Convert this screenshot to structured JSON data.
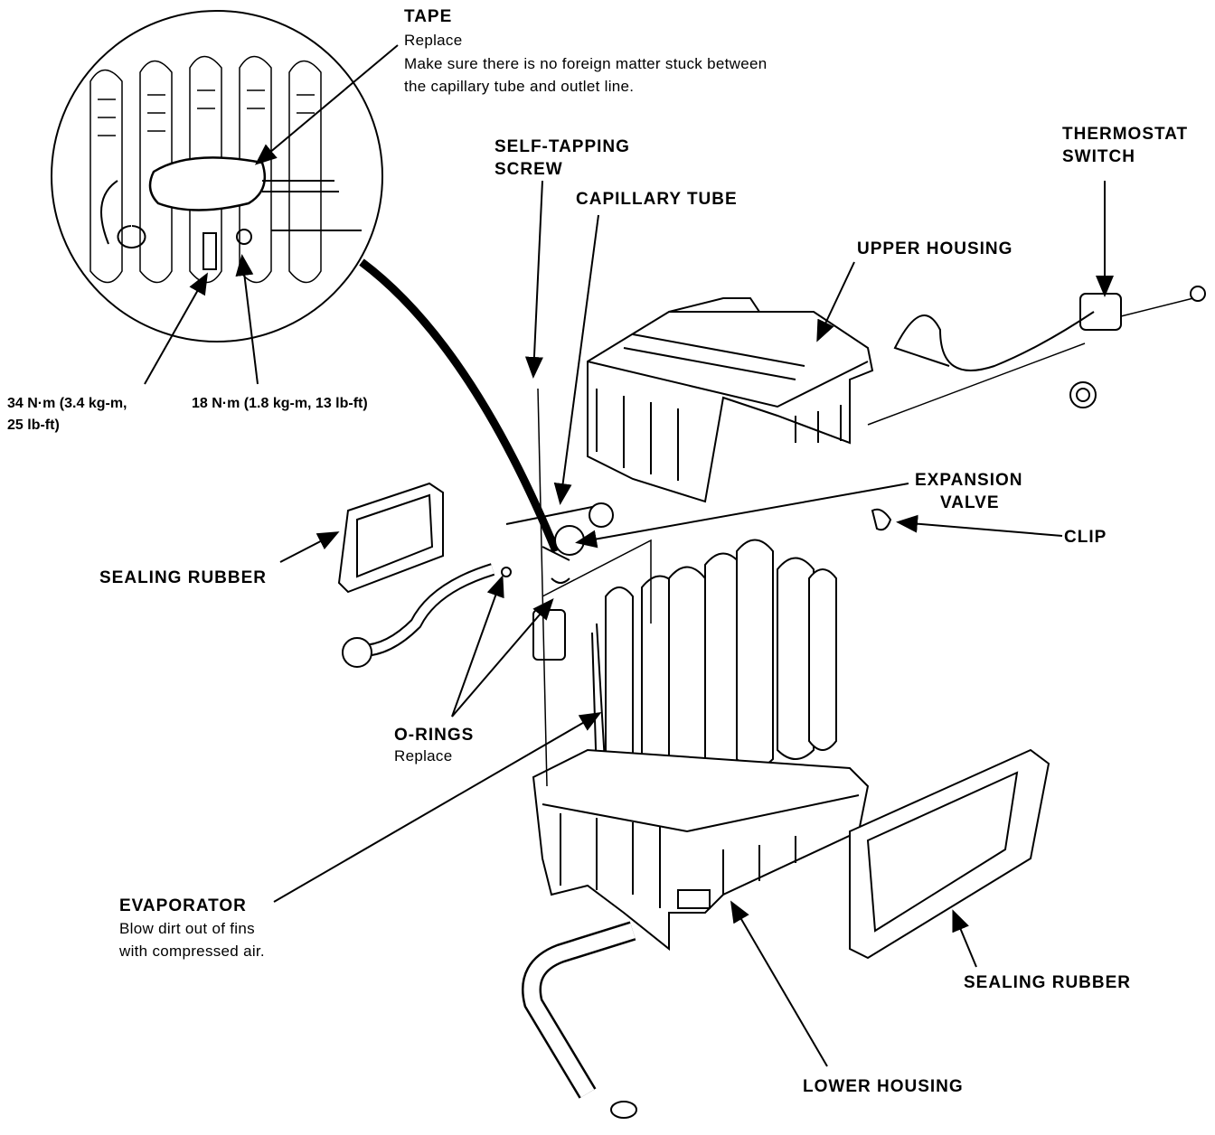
{
  "labels": {
    "tape": "TAPE",
    "tape_replace": "Replace",
    "tape_note_1": "Make sure there is no foreign matter stuck between",
    "tape_note_2": "the capillary tube and outlet line.",
    "self_tapping_1": "SELF-TAPPING",
    "self_tapping_2": "SCREW",
    "capillary_tube": "CAPILLARY TUBE",
    "thermostat_1": "THERMOSTAT",
    "thermostat_2": "SWITCH",
    "upper_housing": "UPPER HOUSING",
    "torque_34_1": "34 N·m (3.4 kg-m,",
    "torque_34_2": "25 lb-ft)",
    "torque_18": "18 N·m (1.8 kg-m, 13 lb-ft)",
    "expansion_1": "EXPANSION",
    "expansion_2": "VALVE",
    "clip": "CLIP",
    "sealing_rubber_left": "SEALING RUBBER",
    "o_rings": "O-RINGS",
    "o_rings_replace": "Replace",
    "evaporator": "EVAPORATOR",
    "evaporator_note_1": "Blow dirt out of fins",
    "evaporator_note_2": "with compressed air.",
    "sealing_rubber_right": "SEALING RUBBER",
    "lower_housing": "LOWER HOUSING"
  }
}
